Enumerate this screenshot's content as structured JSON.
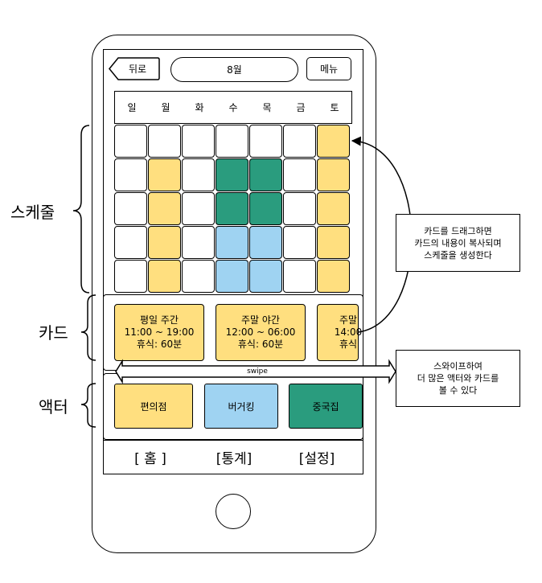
{
  "header": {
    "back_label": "뒤로",
    "month_label": "8월",
    "menu_label": "메뉴"
  },
  "weekdays": [
    "일",
    "월",
    "화",
    "수",
    "목",
    "금",
    "토"
  ],
  "colors": {
    "yellow": "#FFDF7F",
    "green": "#2A9C7E",
    "blue": "#9FD3F2",
    "white": "#FFFFFF"
  },
  "schedule_grid": [
    [
      "white",
      "white",
      "white",
      "white",
      "white",
      "white",
      "yellow"
    ],
    [
      "white",
      "yellow",
      "white",
      "green",
      "green",
      "white",
      "yellow"
    ],
    [
      "white",
      "yellow",
      "white",
      "green",
      "green",
      "white",
      "yellow"
    ],
    [
      "white",
      "yellow",
      "white",
      "blue",
      "blue",
      "white",
      "yellow"
    ],
    [
      "white",
      "yellow",
      "white",
      "blue",
      "blue",
      "white",
      "yellow"
    ]
  ],
  "cards": [
    {
      "title": "평일 주간",
      "time": "11:00 ~ 19:00",
      "break": "휴식: 60분"
    },
    {
      "title": "주말 야간",
      "time": "12:00 ~ 06:00",
      "break": "휴식: 60분"
    },
    {
      "title": "주말",
      "time": "14:00",
      "break": "휴식"
    }
  ],
  "swipe_label": "swipe",
  "actors": [
    {
      "label": "편의점",
      "color": "yellow"
    },
    {
      "label": "버거킹",
      "color": "blue"
    },
    {
      "label": "중국집",
      "color": "green"
    }
  ],
  "bottom_nav": [
    {
      "label": "[ 홈 ]"
    },
    {
      "label": "[통계]"
    },
    {
      "label": "[설정]"
    }
  ],
  "side_labels": {
    "schedule": "스케줄",
    "card": "카드",
    "actor": "액터"
  },
  "notes": {
    "drag": [
      "카드를 드래그하면",
      "카드의 내용이 복사되며",
      "스케줄을 생성한다"
    ],
    "swipe": [
      "스와이프하여",
      "더 많은 액터와 카드를",
      "볼 수 있다"
    ]
  }
}
